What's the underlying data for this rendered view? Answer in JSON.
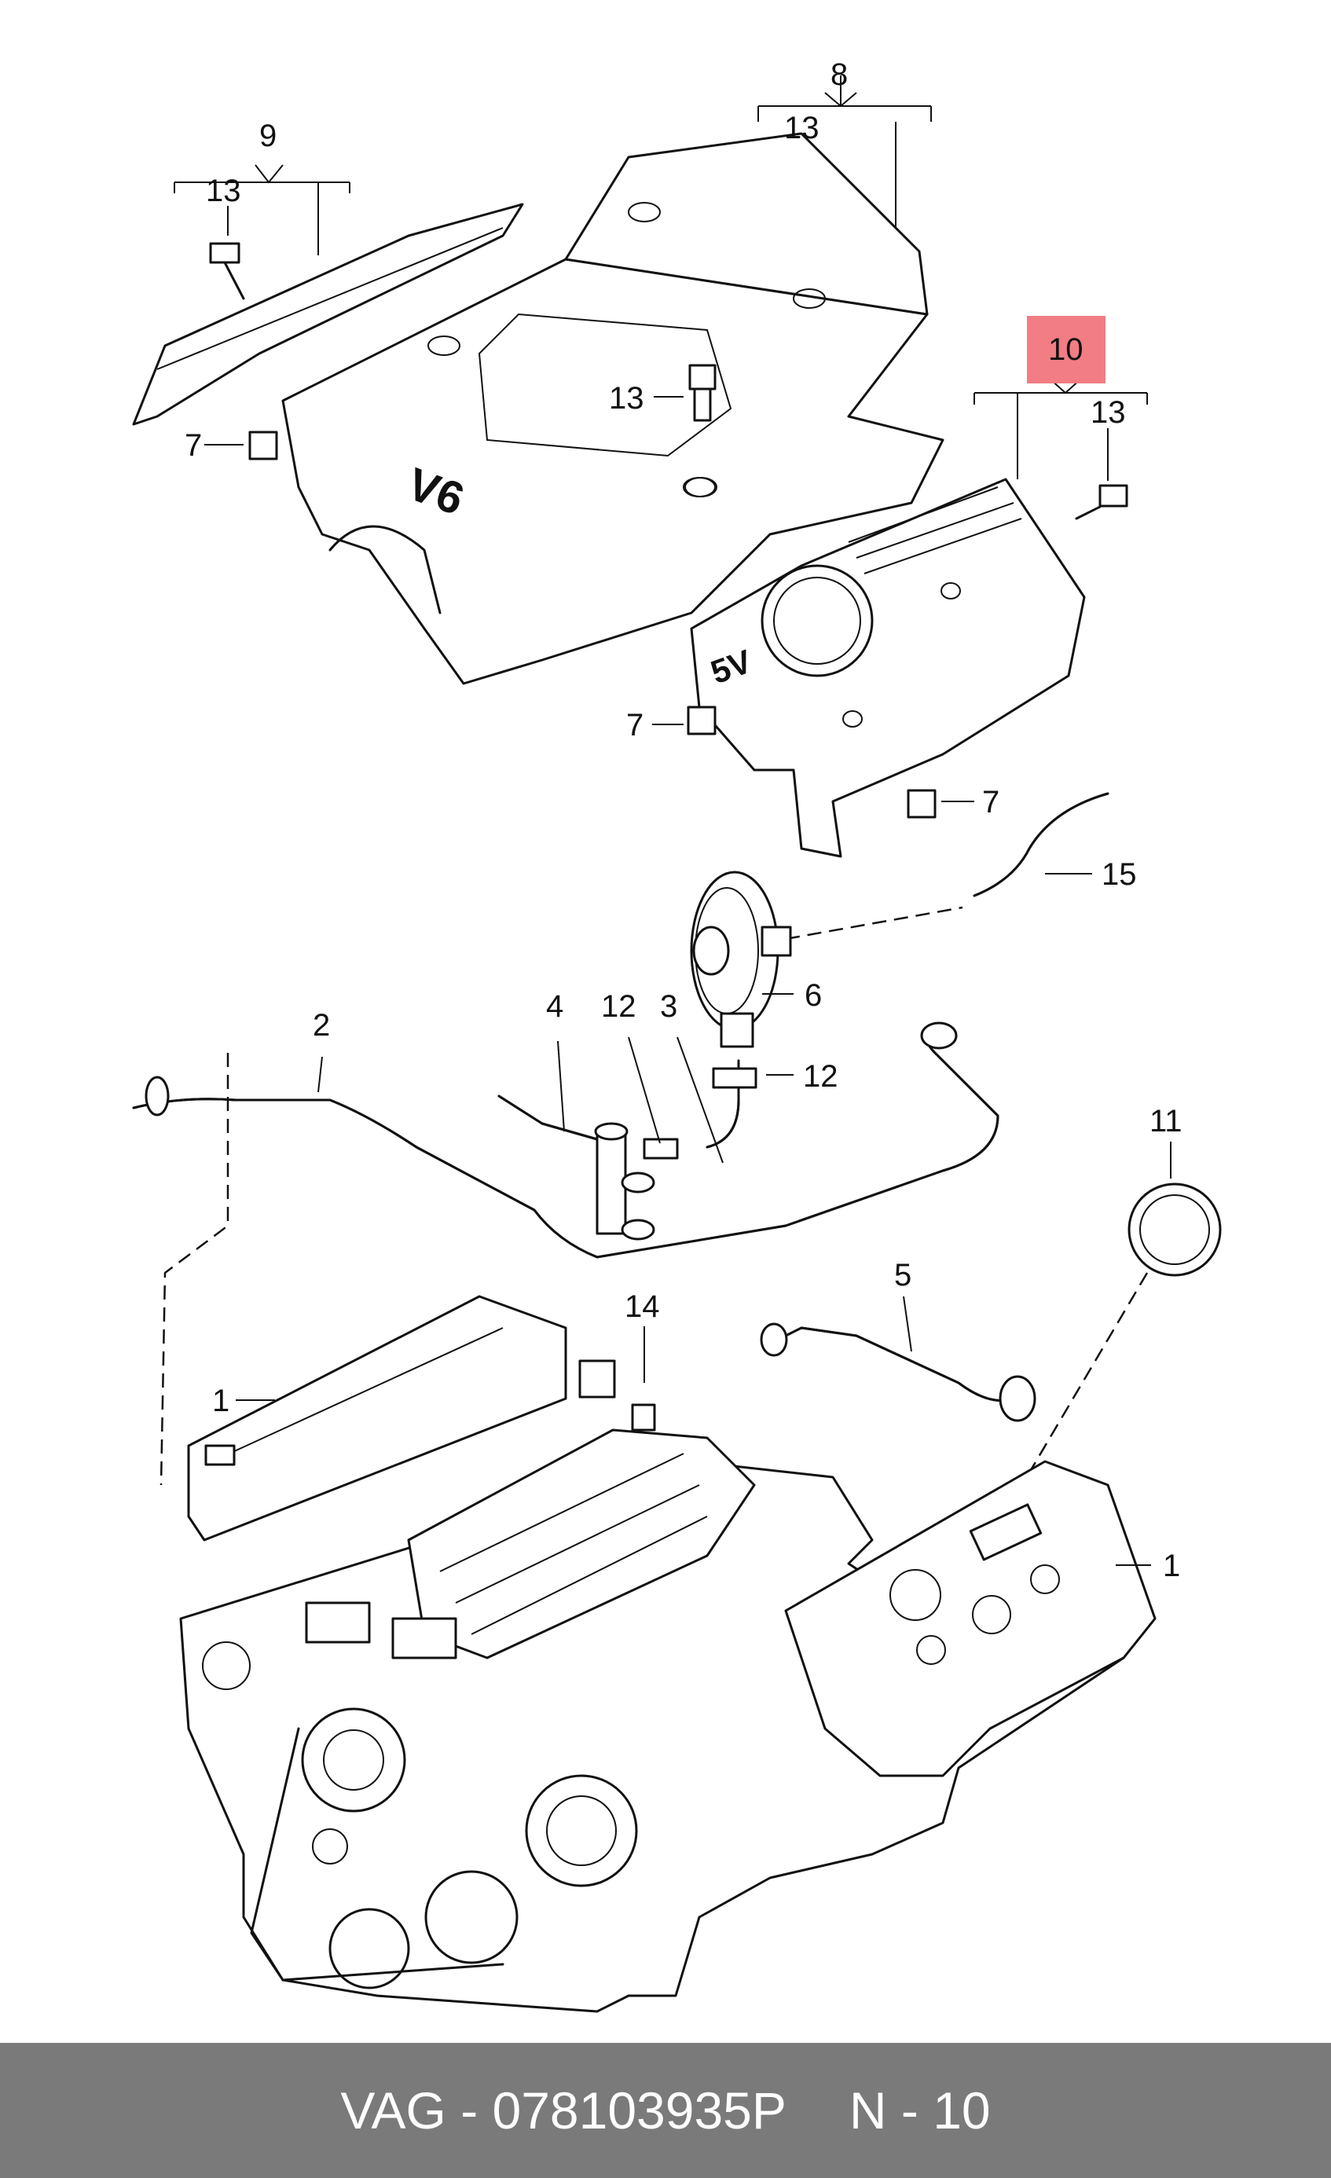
{
  "callouts": {
    "c1": "1",
    "c1b": "1",
    "c2": "2",
    "c3": "3",
    "c4": "4",
    "c5": "5",
    "c6": "6",
    "c7a": "7",
    "c7b": "7",
    "c7c": "7",
    "c8": "8",
    "c9": "9",
    "c10": "10",
    "c11": "11",
    "c12a": "12",
    "c12b": "12",
    "c13a": "13",
    "c13b": "13",
    "c13c": "13",
    "c13d": "13",
    "c14": "14",
    "c15": "15"
  },
  "cover_text": {
    "v6": "V6",
    "v5": "5V"
  },
  "highlight_color": "#f27d84",
  "footer": {
    "brand": "VAG",
    "separator": "-",
    "part_number": "078103935P",
    "ref": "N - 10"
  }
}
